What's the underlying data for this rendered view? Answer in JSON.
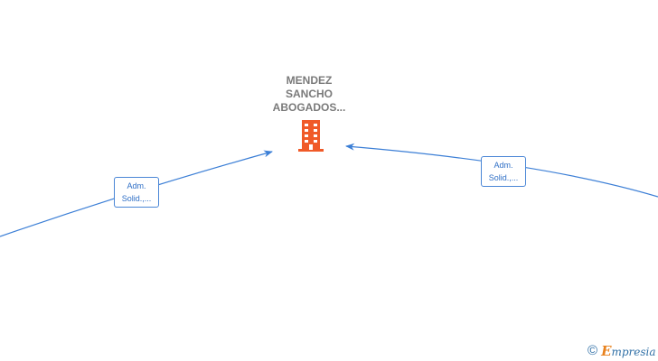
{
  "company": {
    "name_lines": [
      "MENDEZ",
      "SANCHO",
      "ABOGADOS..."
    ],
    "icon": "building-icon",
    "icon_color": "#f05a28"
  },
  "relations": [
    {
      "label_lines": [
        "Adm.",
        "Solid.,..."
      ]
    },
    {
      "label_lines": [
        "Adm.",
        "Solid.,..."
      ]
    }
  ],
  "colors": {
    "edge": "#3c7fd6",
    "label_text": "#7a7a7a",
    "edge_label_text": "#2f6fc6"
  },
  "watermark": {
    "copyright_symbol": "©",
    "brand_first": "E",
    "brand_rest": "mpresia"
  }
}
